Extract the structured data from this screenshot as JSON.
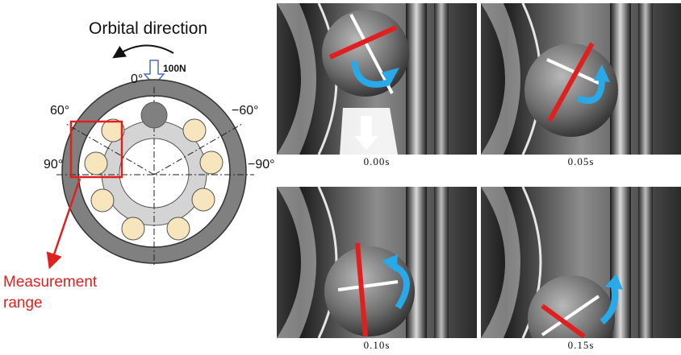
{
  "diagram": {
    "orbital_direction": "Orbital direction",
    "force": "100N",
    "angles": {
      "top": "0°",
      "left_60": "60°",
      "right_60": "−60°",
      "left_90": "90°",
      "right_90": "−90°"
    },
    "measurement": [
      "Measurement",
      "range"
    ]
  },
  "frames": [
    {
      "time": "0.00s"
    },
    {
      "time": "0.05s"
    },
    {
      "time": "0.10s"
    },
    {
      "time": "0.15s"
    }
  ],
  "colors": {
    "red_marker": "#e0201e",
    "blue_arrow": "#29a9e8",
    "ring": "#808080",
    "ball": "#f7e6bd"
  }
}
